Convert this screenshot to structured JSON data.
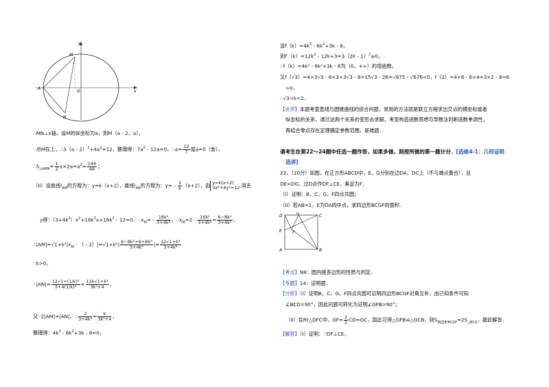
{
  "figure_ellipse": {
    "labels": {
      "y": "y",
      "x": "x",
      "M": "M",
      "N": "N",
      "A": "A",
      "O": "O"
    }
  },
  "figure_square": {
    "labels": {
      "D": "D",
      "G": "G",
      "C": "C",
      "F": "F",
      "E": "E",
      "A": "A",
      "B": "B"
    }
  },
  "left": {
    "l1": "∴MN⊥x轴，设M的纵坐标为a，则M（a - 2，a），",
    "l2a": "∵点M在上，∴3（a - 2）",
    "l2b": "+4a",
    "l2c": "=12，整理得：7a",
    "l2d": " - 12a=0，∴a=",
    "l2_frac_num": "12",
    "l2_frac_den": "7",
    "l2e": "或a=0（舍），",
    "l3a": "∴S",
    "l3_sub": "△AMN",
    "l3b": "=",
    "l3_frac_num": "1",
    "l3_frac_den": "2",
    "l3c": "a×2a=a",
    "l3d": "=",
    "l3_frac2_num": "144",
    "l3_frac2_den": "49",
    "l3e": "；",
    "l4a": "（II）设直线l",
    "l4_sub1": "AM",
    "l4b": "的方程为：y=k（x+2），直线l",
    "l4_sub2": "AN",
    "l4c": "的方程为：y= - ",
    "l4_frac_num": "1",
    "l4_frac_den": "k",
    "l4d": "（x+2），由",
    "l4_sys1": "y=k(x+2)",
    "l4_sys2": "3x²+4y²=12",
    "l4e": "消去",
    "l5a": "y得：（3+4k",
    "l5b": "）x",
    "l5c": "+16k",
    "l5d": "x+16k",
    "l5e": " - 12=0，∴x",
    "l5_sub1": "M",
    "l5f": "= - ",
    "l5_frac1_num": "16k²",
    "l5_frac1_den": "3+4k²",
    "l5g": "，∴x",
    "l5_sub2": "M",
    "l5h": "=2 - ",
    "l5_frac2_num": "16k²",
    "l5_frac2_den": "3+4k²",
    "l5i": "=",
    "l5_frac3_num": "6−8k²",
    "l5_frac3_den": "3+4k²",
    "l5j": "，",
    "l6a": "∴|AM|=",
    "l6b": "√1+k²",
    "l6c": "|x",
    "l6_sub": "M",
    "l6d": " - （ - 2）|=",
    "l6e": "√1+k²",
    "l6f": "|",
    "l6_frac1_num": "6−8k²+6+8k²",
    "l6_frac1_den": "3+4k²",
    "l6g": "|=",
    "l6_frac2_num": "12√1+k²",
    "l6_frac2_den": "3+4k²",
    "l7": "∵k>0，",
    "l8a": "∴|AN|=",
    "l8_frac1_num": "12√1+(1/k)²",
    "l8_frac1_den": "3+4(1/k)²",
    "l8b": "=",
    "l8_frac2_num": "12k√1+k²",
    "l8_frac2_den": "3k²+4",
    "l8c": "，",
    "l9a": "又∵2|AM|=|AN|，∴",
    "l9_frac1_num": "2",
    "l9_frac1_den": "3+4k²",
    "l9b": "=",
    "l9_frac2_num": "k",
    "l9_frac2_den": "3k²+4",
    "l9c": "，",
    "l10a": "整理得：4k",
    "l10b": " - 6k",
    "l10c": "+3k - 8=0，",
    "exp2": "2",
    "exp3": "3",
    "exp4": "4"
  },
  "right": {
    "r1a": "设f（k）=4k",
    "r1b": " - 6k",
    "r1c": "+3k - 8，",
    "r2a": "则f′（k）=12k",
    "r2b": " - 12k+3=3（2k - 1）",
    "r2c": "≥0，",
    "r3": "∴f（k）=4k³ - 6k²+3k - 8为（0，+∞）的增函数，",
    "r4a": "又f（",
    "r4b": "√3",
    "r4c": "）=4×3",
    "r4d": "√3",
    "r4e": " - 6×3+3",
    "r4f": "√3",
    "r4g": " - 8=15",
    "r4h": "√3",
    "r4i": " - 26=",
    "r4j": "√675",
    "r4k": " - ",
    "r4l": "√676",
    "r4m": "<0，f（2）=4×8 - 6×4+3×2 - 8=6",
    "r5": ">0，",
    "r6a": "∴",
    "r6b": "√3",
    "r6c": "<k<2．",
    "tag_comment": "【点评】",
    "r7": "本题考查直线与圆锥曲线的综合问题，常用的方法就是联立方程求出交点的横坐标或者",
    "r8": "纵坐标的关系，通过这两个关系的变形去求解，考查构造函数思想与导数法判断函数单调性，",
    "r9": "再结合零点存在定理确定参数范围，是难题．",
    "r10a": "请考生在第22～24题中任选一题作答，如果多做，则按所做的第一题计分．",
    "r10b": "[选修4-1：几何证明",
    "r11": "选讲]",
    "r12": "22．（10分）如图，在正方形ABCD中，E，G分别在边DA，DC上（不与端点重合），且",
    "r13": "DE=DG，过D点作DF⊥CE，垂足为F．",
    "r14": "（I）证明：B，C，G，F四点共圆；",
    "r15": "（II）若AB=1，E为DA的中点，求四边形BCGF的面积．",
    "tag_kaodian": "【考点】",
    "r16": "N8：圆内接多边形的性质与判定．",
    "tag_zhuanti": "【专题】",
    "r17": "14：证明题．",
    "tag_fenxi": "【分析】",
    "r18": "（I）证明B，C，G，F四点共圆可证明四边形BCGF对角互补，由已知条件可知",
    "r19": "∠BCD=90°，因此问题可转化为证明∠GFB=90°；",
    "r20a": "（II）在Rt△DFC中，GF=",
    "r20_frac_num": "1",
    "r20_frac_den": "2",
    "r20b": "CD=GC，因此可得△GFB≌△GCB，则S",
    "r20_sub1": "四边形BCGF",
    "r20c": "=2S",
    "r20_sub2": "△BCG",
    "r20d": "，据此解答．",
    "tag_jieda": "【解答】",
    "r21": "（I）证明：∵DF⊥CE，",
    "exp2": "2",
    "exp3": "3"
  }
}
